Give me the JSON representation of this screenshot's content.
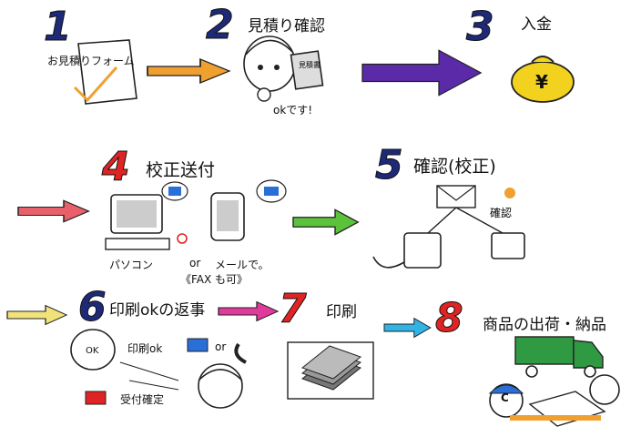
{
  "steps": [
    {
      "num": "1",
      "title": "",
      "caption": "お見積りフォーム"
    },
    {
      "num": "2",
      "title": "見積り確認",
      "caption": "okです!",
      "doc": "見積書"
    },
    {
      "num": "3",
      "title": "入金",
      "symbol": "¥"
    },
    {
      "num": "4",
      "title": "校正送付",
      "pc": "パソコン",
      "or": "or",
      "mail": "メールで。",
      "fax": "《FAX も可》"
    },
    {
      "num": "5",
      "title": "確認(校正)",
      "check": "確認"
    },
    {
      "num": "6",
      "title": "印刷okの返事",
      "reply": "印刷ok",
      "or": "or",
      "receipt": "受付確定",
      "face": "OK"
    },
    {
      "num": "7",
      "title": "印刷"
    },
    {
      "num": "8",
      "title": "商品の出荷・納品",
      "cap": "C"
    }
  ],
  "colors": {
    "num1": "#1e2a78",
    "num2": "#1e2a78",
    "num3": "#1e2a78",
    "num4": "#e02424",
    "num5": "#1e2a78",
    "num6": "#1e2a78",
    "num7": "#e02424",
    "num8": "#e02424",
    "arrow1": "#f0a030",
    "arrow2": "#5a2aa8",
    "arrow3": "#e8606a",
    "arrow4": "#5cc23c",
    "arrow5": "#f2e27a",
    "arrow6": "#e03a9a",
    "arrow7": "#30b4e6"
  }
}
